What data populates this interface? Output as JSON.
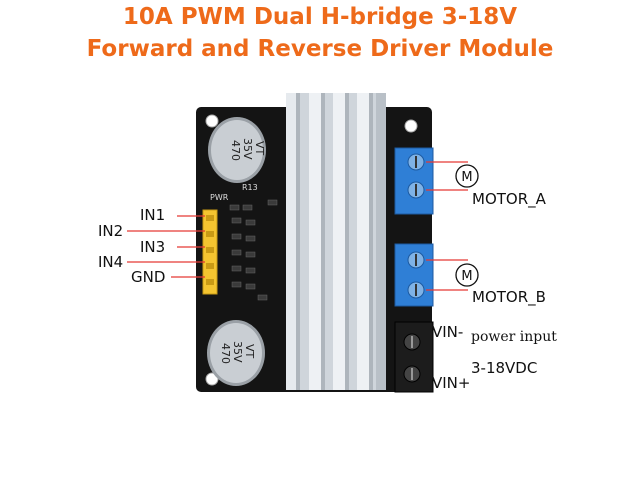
{
  "title": {
    "line1": "10A PWM Dual H-bridge 3-18V",
    "line2": "Forward and Reverse Driver Module"
  },
  "left_pins": [
    "IN1",
    "IN2",
    "IN3",
    "IN4",
    "GND"
  ],
  "motor_a": {
    "symbol": "M",
    "label": "MOTOR_A"
  },
  "motor_b": {
    "symbol": "M",
    "label": "MOTOR_B"
  },
  "power": {
    "vin_minus": "VIN-",
    "vin_plus": "VIN+",
    "note": "power input",
    "range": "3-18VDC"
  },
  "capacitor_top": [
    "470",
    "35V",
    "VT"
  ],
  "capacitor_bottom": [
    "470",
    "35V",
    "VT"
  ],
  "silkscreen": [
    "PWR",
    "R13"
  ],
  "colors": {
    "title": "#ee6a1a",
    "pcb": "#141414",
    "terminal_blue": "#2f7fd6",
    "terminal_black": "#1c1c1c",
    "heatsink": "#d8dde3",
    "leader_line": "#e53935",
    "header_yellow": "#f4c430"
  }
}
